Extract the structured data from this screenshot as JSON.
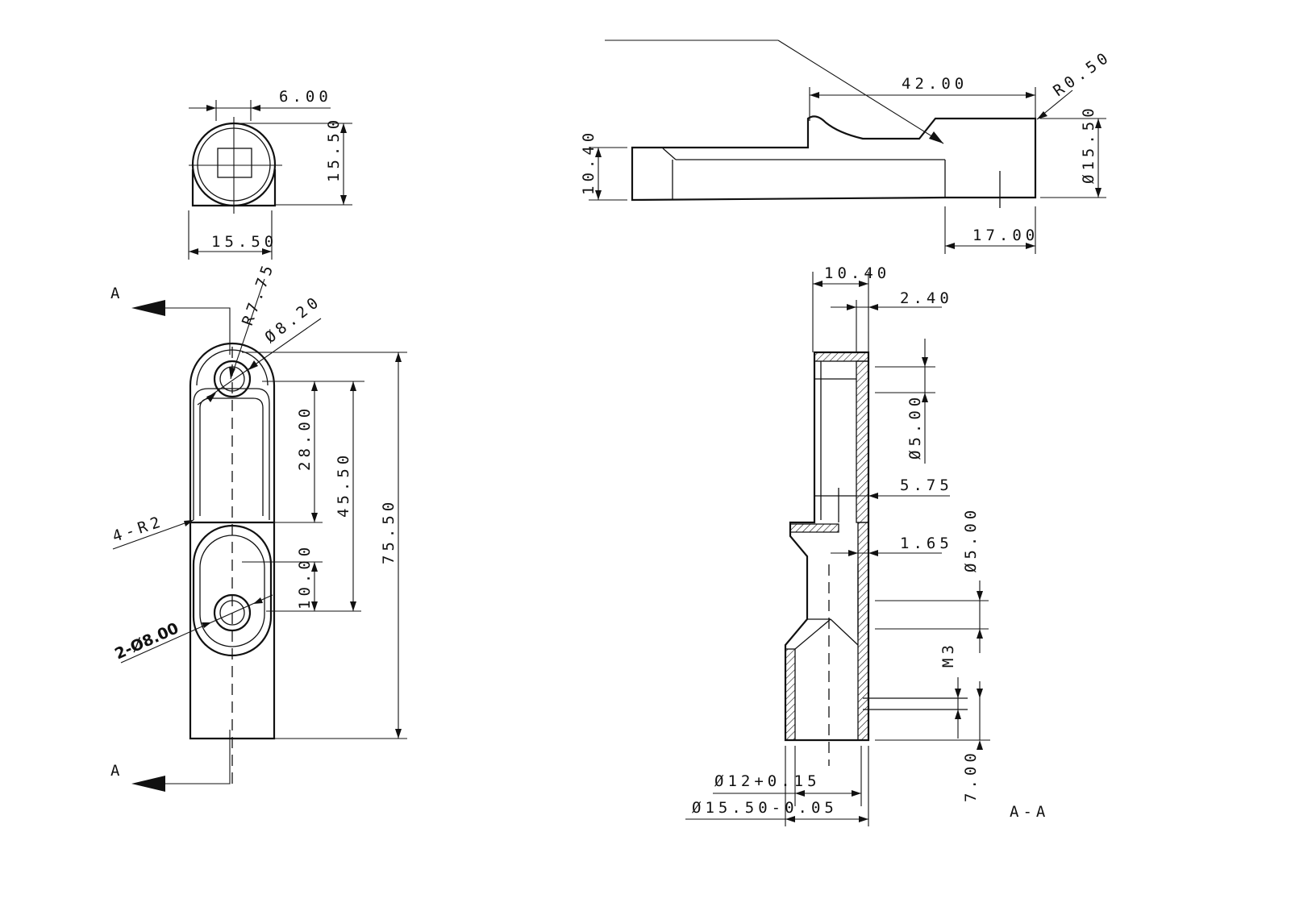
{
  "top_view": {
    "dim_width_top": "6.00",
    "dim_height": "15.50",
    "dim_width_bottom": "15.50"
  },
  "front_view": {
    "section_mark_top": "A",
    "section_mark_bottom": "A",
    "radius": "R7.75",
    "diameter_hole": "Ø8.20",
    "fillet": "4-R2",
    "two_holes": "2-Ø8.00",
    "dim_slot_length": "28.00",
    "dim_centers": "45.50",
    "dim_overall": "75.50",
    "dim_bottom_slot": "10.00"
  },
  "side_view": {
    "dim_length": "42.00",
    "dim_height": "10.40",
    "dim_diameter": "Ø15.50",
    "dim_tip": "R0.50",
    "dim_end": "17.00"
  },
  "section_view": {
    "title": "A-A",
    "dim_width": "10.40",
    "dim_wall": "2.40",
    "dim_bore_top": "Ø5.00",
    "dim_step": "5.75",
    "dim_inner_wall": "1.65",
    "dim_bore_mid": "Ø5.00",
    "dim_thread": "M3",
    "dim_bottom": "7.00",
    "dim_inner_dia": "Ø12+0.15",
    "dim_outer_dia": "Ø15.50-0.05"
  }
}
